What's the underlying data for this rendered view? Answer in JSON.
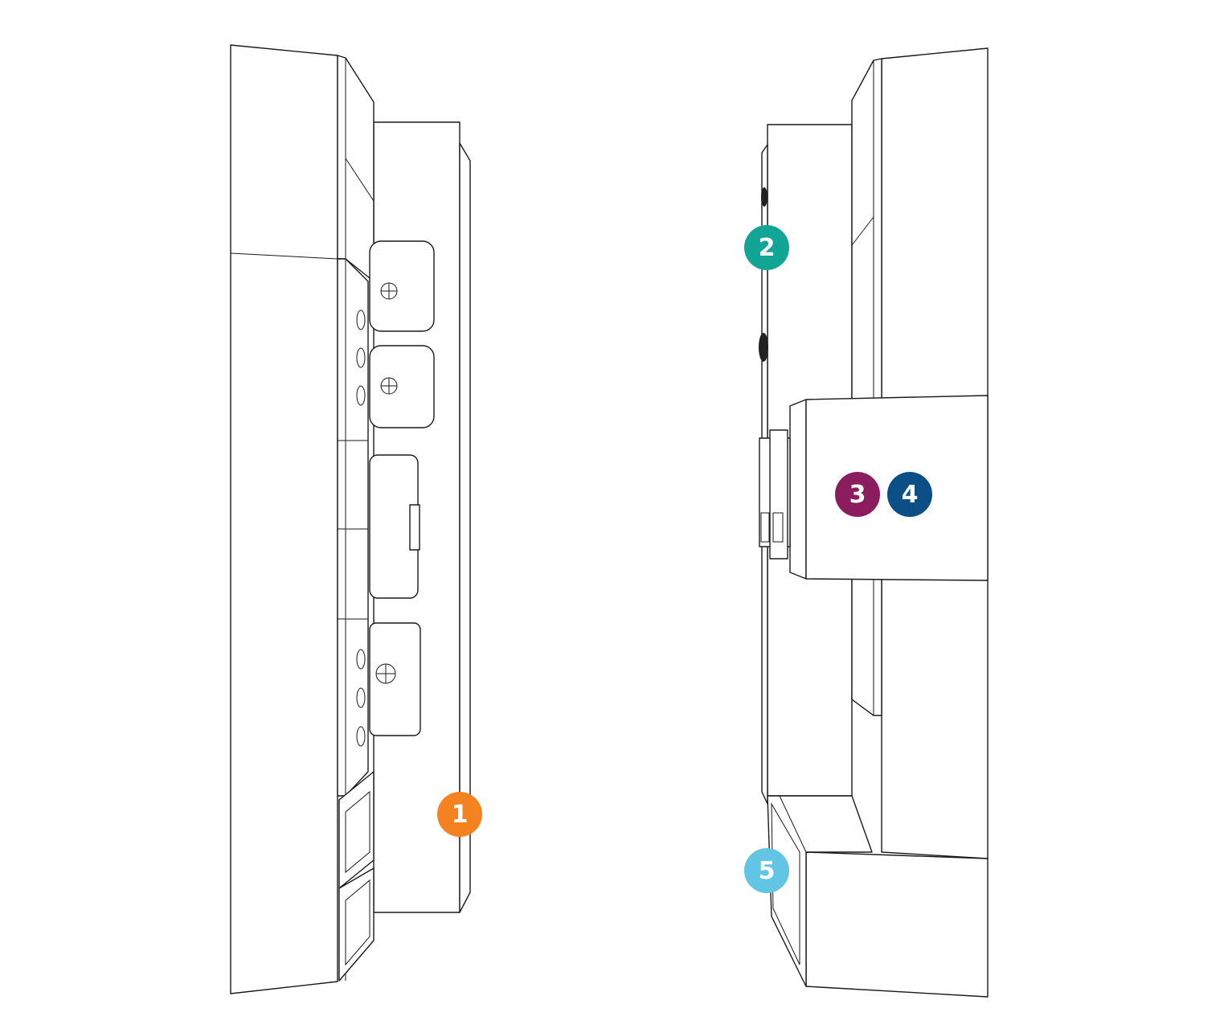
{
  "markers": [
    {
      "label": "1",
      "color": "#f58220"
    },
    {
      "label": "2",
      "color": "#12a596"
    },
    {
      "label": "3",
      "color": "#8b1c5e"
    },
    {
      "label": "4",
      "color": "#0b4f86"
    },
    {
      "label": "5",
      "color": "#62c5e6"
    }
  ]
}
